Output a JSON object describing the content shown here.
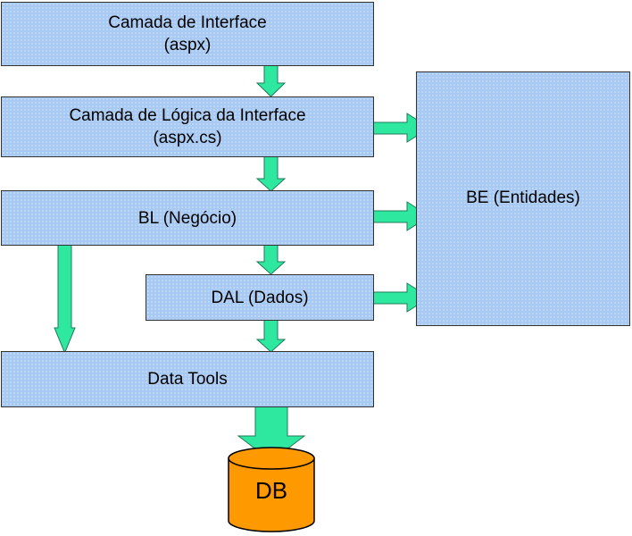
{
  "diagram": {
    "boxes": {
      "interface": {
        "line1": "Camada de Interface",
        "line2": "(aspx)"
      },
      "logic": {
        "line1": "Camada de Lógica da Interface",
        "line2": "(aspx.cs)"
      },
      "bl": {
        "label": "BL (Negócio)"
      },
      "dal": {
        "label": "DAL (Dados)"
      },
      "data_tools": {
        "label": "Data Tools"
      },
      "be": {
        "label": "BE (Entidades)"
      }
    },
    "database": {
      "label": "DB"
    },
    "colors": {
      "box_fill": "#a7c9f2",
      "box_border": "#333333",
      "arrow_fill": "#2ee8a0",
      "arrow_stroke": "#1f7a5a",
      "db_fill": "#ff9900",
      "db_stroke": "#000000"
    }
  }
}
